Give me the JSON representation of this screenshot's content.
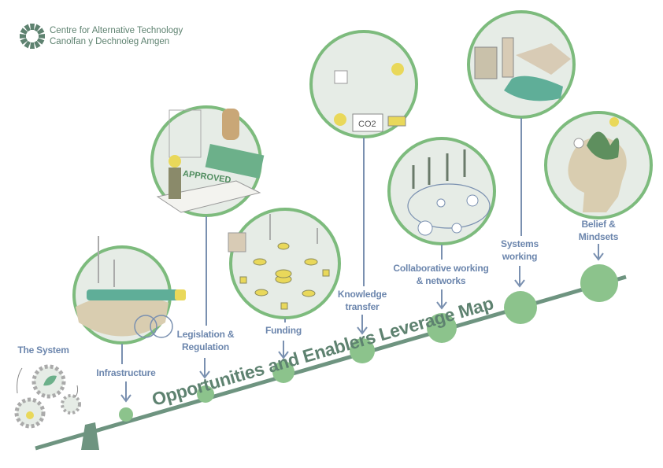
{
  "logo": {
    "line1": "Centre for Alternative Technology",
    "line2": "Canolfan y Dechnoleg Amgen"
  },
  "title": "Opportunities and Enablers Leverage Map",
  "start_label": "The System",
  "levers": [
    {
      "label": "Infrastructure"
    },
    {
      "label": "Legislation &",
      "label2": "Regulation",
      "stamp": "APPROVED"
    },
    {
      "label": "Funding"
    },
    {
      "label": "Knowledge",
      "label2": "transfer",
      "badge": "CO2"
    },
    {
      "label": "Collaborative working",
      "label2": "& networks"
    },
    {
      "label": "Systems",
      "label2": "working"
    },
    {
      "label": "Belief &",
      "label2": "Mindsets"
    }
  ],
  "colors": {
    "green": "#8cc38c",
    "beam": "#6e9480",
    "label": "#6c86ad",
    "ring": "#7dbb7d",
    "fill": "#e6ece6"
  }
}
